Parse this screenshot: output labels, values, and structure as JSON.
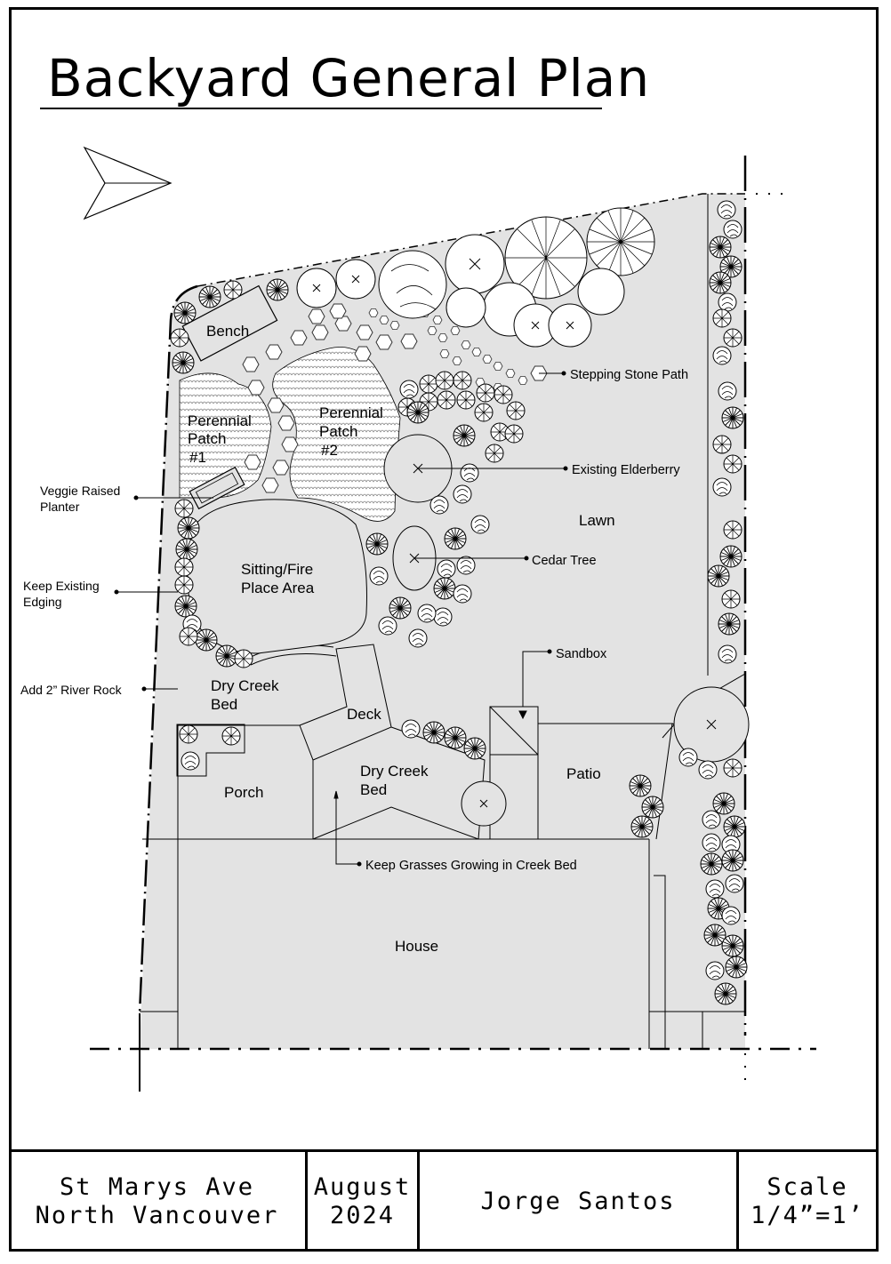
{
  "title": "Backyard General Plan",
  "labels": {
    "bench": "Bench",
    "perennial1": [
      "Perennial",
      "Patch",
      "#1"
    ],
    "perennial2": [
      "Perennial",
      "Patch",
      "#2"
    ],
    "veggie": [
      "Veggie Raised",
      "Planter"
    ],
    "keep_edging": [
      "Keep Existing",
      "Edging"
    ],
    "sitting": [
      "Sitting/Fire",
      "Place Area"
    ],
    "river_rock": "Add 2” River Rock",
    "dry_creek_1": [
      "Dry Creek",
      "Bed"
    ],
    "deck": "Deck",
    "porch": "Porch",
    "dry_creek_2": [
      "Dry Creek",
      "Bed"
    ],
    "house": "House",
    "patio": "Patio",
    "lawn": "Lawn",
    "stepping": "Stepping Stone Path",
    "elderberry": "Existing Elderberry",
    "cedar": "Cedar Tree",
    "sandbox": "Sandbox",
    "grasses": "Keep Grasses Growing in Creek Bed"
  },
  "title_block": {
    "address": [
      "St Marys Ave",
      "North Vancouver"
    ],
    "date": [
      "August",
      "2024"
    ],
    "designer": "Jorge Santos",
    "scale": [
      "Scale",
      "1/4”=1’"
    ]
  },
  "colors": {
    "ground": "#e3e3e3",
    "line": "#000000"
  }
}
